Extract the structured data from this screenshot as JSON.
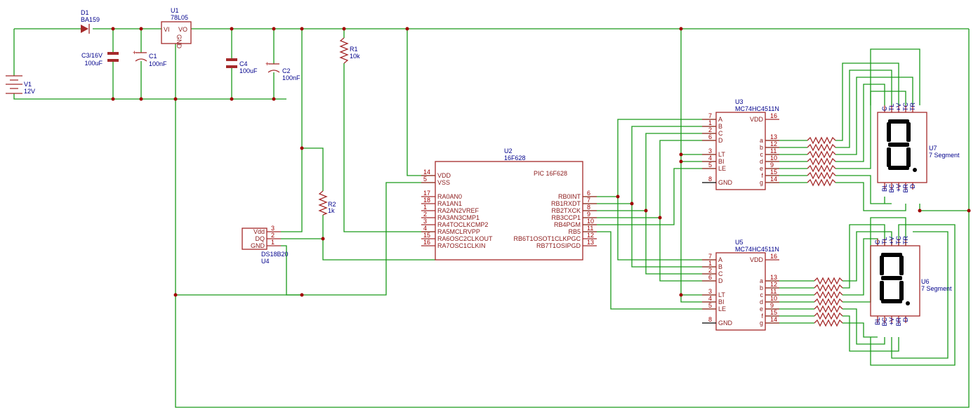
{
  "components": {
    "d1": {
      "ref": "D1",
      "value": "BA159"
    },
    "u1": {
      "ref": "U1",
      "value": "78L05",
      "pin_vi": "VI",
      "pin_vo": "VO",
      "pin_gnd": "GND"
    },
    "c3": {
      "ref": "C3/16V",
      "value": "100uF"
    },
    "c1": {
      "ref": "C1",
      "value": "100nF"
    },
    "c4": {
      "ref": "C4",
      "value": "100uF"
    },
    "c2": {
      "ref": "C2",
      "value": "100nF"
    },
    "v1": {
      "ref": "V1",
      "value": "12V"
    },
    "r1": {
      "ref": "R1",
      "value": "10k"
    },
    "r2": {
      "ref": "R2",
      "value": "1k"
    },
    "u4": {
      "ref": "U4",
      "value": "DS18B20",
      "pins": [
        "Vdd",
        "DQ",
        "GND"
      ],
      "nums": [
        "3",
        "2",
        "1"
      ]
    },
    "u2": {
      "ref": "U2",
      "value": "16F628",
      "inner": "PIC 16F628",
      "left": [
        {
          "num": "14",
          "name": "VDD"
        },
        {
          "num": "5",
          "name": "VSS"
        },
        {
          "num": "17",
          "name": "RA0AN0"
        },
        {
          "num": "18",
          "name": "RA1AN1"
        },
        {
          "num": "1",
          "name": "RA2AN2VREF"
        },
        {
          "num": "2",
          "name": "RA3AN3CMP1"
        },
        {
          "num": "3",
          "name": "RA4TOCLKCMP2"
        },
        {
          "num": "4",
          "name": "RA5MCLRVPP"
        },
        {
          "num": "15",
          "name": "RA6OSC2CLKOUT"
        },
        {
          "num": "16",
          "name": "RA7OSC1CLKIN"
        }
      ],
      "right": [
        {
          "num": "6",
          "name": "RB0INT"
        },
        {
          "num": "7",
          "name": "RB1RXDT"
        },
        {
          "num": "8",
          "name": "RB2TXCK"
        },
        {
          "num": "9",
          "name": "RB3CCP1"
        },
        {
          "num": "10",
          "name": "RB4PGM"
        },
        {
          "num": "11",
          "name": "RB5"
        },
        {
          "num": "12",
          "name": "RB6T1OSOT1CLKPGC"
        },
        {
          "num": "13",
          "name": "RB7T1OSIPGD"
        }
      ]
    },
    "u3": {
      "ref": "U3",
      "value": "MC74HC4511N",
      "left": [
        {
          "num": "7",
          "name": "A"
        },
        {
          "num": "1",
          "name": "B"
        },
        {
          "num": "2",
          "name": "C"
        },
        {
          "num": "6",
          "name": "D"
        },
        {
          "num": "3",
          "name": "LT"
        },
        {
          "num": "4",
          "name": "BI"
        },
        {
          "num": "5",
          "name": "LE"
        },
        {
          "num": "8",
          "name": "GND"
        }
      ],
      "right": [
        {
          "num": "16",
          "name": "VDD"
        },
        {
          "num": "13",
          "name": "a"
        },
        {
          "num": "12",
          "name": "b"
        },
        {
          "num": "11",
          "name": "c"
        },
        {
          "num": "10",
          "name": "d"
        },
        {
          "num": "9",
          "name": "e"
        },
        {
          "num": "15",
          "name": "f"
        },
        {
          "num": "14",
          "name": "g"
        }
      ]
    },
    "u5": {
      "ref": "U5",
      "value": "MC74HC4511N",
      "left": [
        {
          "num": "7",
          "name": "A"
        },
        {
          "num": "1",
          "name": "B"
        },
        {
          "num": "2",
          "name": "C"
        },
        {
          "num": "6",
          "name": "D"
        },
        {
          "num": "3",
          "name": "LT"
        },
        {
          "num": "4",
          "name": "BI"
        },
        {
          "num": "5",
          "name": "LE"
        },
        {
          "num": "8",
          "name": "GND"
        }
      ],
      "right": [
        {
          "num": "16",
          "name": "VDD"
        },
        {
          "num": "13",
          "name": "a"
        },
        {
          "num": "12",
          "name": "b"
        },
        {
          "num": "11",
          "name": "c"
        },
        {
          "num": "10",
          "name": "d"
        },
        {
          "num": "9",
          "name": "e"
        },
        {
          "num": "15",
          "name": "f"
        },
        {
          "num": "14",
          "name": "g"
        }
      ]
    },
    "u7": {
      "ref": "U7",
      "value": "7 Segment",
      "top": [
        "C",
        "TL",
        "+V",
        "TC",
        "TR"
      ],
      "bottom": [
        "BL",
        "BC",
        "+V",
        "BR",
        "D"
      ]
    },
    "u6": {
      "ref": "U6",
      "value": "7 Segment",
      "top": [
        "C",
        "TL",
        "+V",
        "TC",
        "TR"
      ],
      "bottom": [
        "BL",
        "BC",
        "+V",
        "BR",
        "D"
      ]
    }
  },
  "colors": {
    "wire": "#1a9a1a",
    "component": "#a52a2a",
    "label": "#00008b",
    "junction": "#a00000"
  }
}
